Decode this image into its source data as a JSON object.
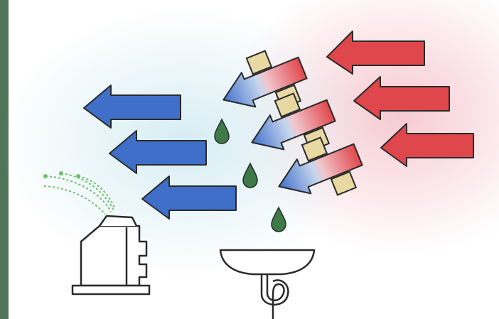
{
  "diagram": {
    "colors": {
      "left_bar": "#4f7458",
      "hot_air": "#e0474c",
      "cold_air": "#3f6fc9",
      "coil_fin": "#e8d9a3",
      "water_drop": "#3e7a48",
      "outline": "#2a2a2a",
      "warm_background": "#f6c7cf",
      "cool_background": "#d4ecf3",
      "airflow_lines": "#6fbf6a"
    },
    "icons": [
      "incoming-hot-air-arrows",
      "cooling-coil-arrows",
      "outgoing-cold-air-arrows",
      "condensate-drops",
      "air-outlet-unit",
      "airflow-lines",
      "sink-with-drain-pipe"
    ]
  }
}
